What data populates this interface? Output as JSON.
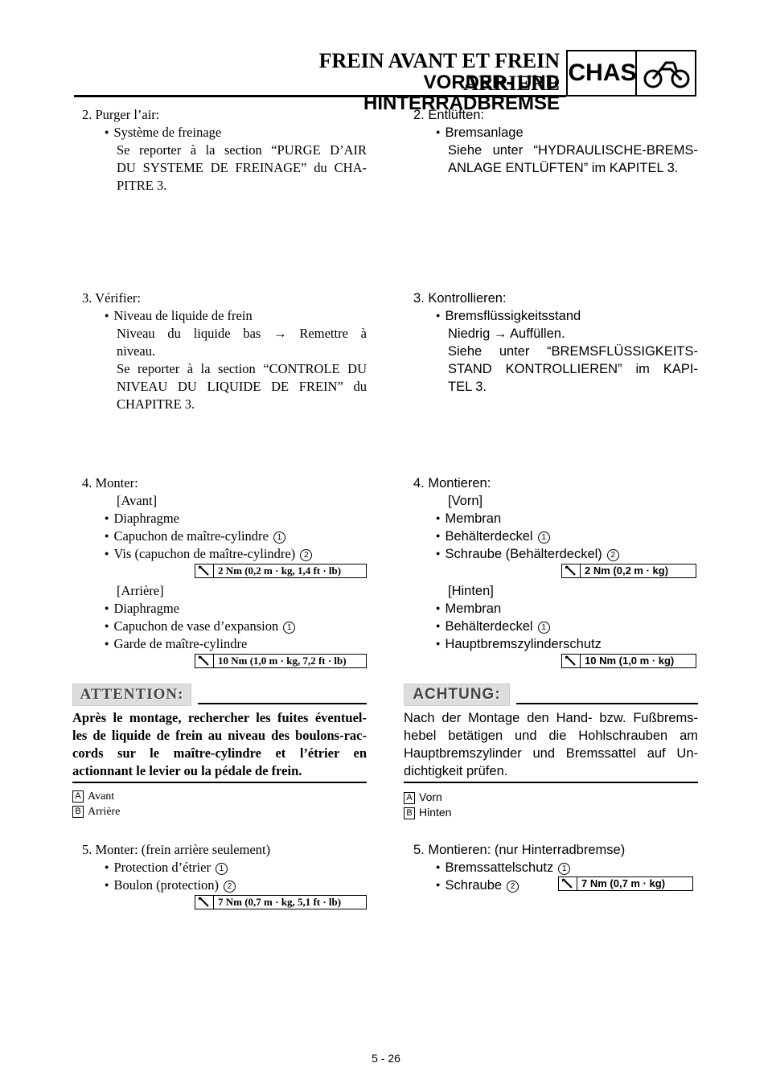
{
  "header": {
    "title_fr": "FREIN AVANT ET FREIN ARRIERE",
    "title_de": "VORDER- UND HINTERRADBREMSE",
    "section": "CHAS",
    "section_icon": "motorcycle-icon"
  },
  "fr": {
    "s2_title": "2.  Purger l’air:",
    "s2_item": "Système de freinage",
    "s2_l1": "Se reporter à la section “PURGE D’AIR",
    "s2_l2": "DU SYSTEME DE FREINAGE” du CHA-",
    "s2_l3": "PITRE 3.",
    "s3_title": "3.  Vérifier:",
    "s3_item": "Niveau de liquide de frein",
    "s3_l1": "Niveau  du  liquide  bas  →  Remettre  à",
    "s3_l2": "niveau.",
    "s3_l3": "Se reporter à la section “CONTROLE DU",
    "s3_l4": "NIVEAU DU LIQUIDE DE FREIN” du",
    "s3_l5": "CHAPITRE 3.",
    "s4_title": "4.  Monter:",
    "s4_front": "[Avant]",
    "s4_f1": "Diaphragme",
    "s4_f2": "Capuchon de maître-cylindre",
    "s4_f3": "Vis (capuchon de maître-cylindre)",
    "s4_torque1": "2 Nm (0,2 m · kg, 1,4 ft · lb)",
    "s4_rear": "[Arrière]",
    "s4_r1": "Diaphragme",
    "s4_r2": "Capuchon de vase d’expansion",
    "s4_r3": "Garde de maître-cylindre",
    "s4_torque2": "10 Nm (1,0 m · kg, 7,2 ft · lb)",
    "attention": "ATTENTION:",
    "att_l1": "Après le montage, rechercher les fuites éventuel-",
    "att_l2": "les de liquide de frein au niveau des boulons-rac-",
    "att_l3": "cords  sur  le  maître-cylindre  et  l’étrier  en",
    "att_l4": "actionnant le levier ou la pédale de frein.",
    "legend_a": "Avant",
    "legend_b": "Arrière",
    "s5_title": "5.  Monter: (frein arrière seulement)",
    "s5_i1": "Protection d’étrier",
    "s5_i2": "Boulon (protection)",
    "s5_torque": "7 Nm (0,7 m · kg, 5,1 ft · lb)"
  },
  "de": {
    "s2_title": "2.  Entlüften:",
    "s2_item": "Bremsanlage",
    "s2_l1": "Siehe unter “HYDRAULISCHE-BREMS-",
    "s2_l2": "ANLAGE ENTLÜFTEN” im KAPITEL 3.",
    "s3_title": "3.  Kontrollieren:",
    "s3_item": "Bremsflüssigkeitsstand",
    "s3_l1": "Niedrig → Auffüllen.",
    "s3_l2": "Siehe  unter  “BREMSFLÜSSIGKEITS-",
    "s3_l3": "STAND  KONTROLLIEREN”  im  KAPI-",
    "s3_l4": "TEL 3.",
    "s4_title": "4.  Montieren:",
    "s4_front": "[Vorn]",
    "s4_f1": "Membran",
    "s4_f2": "Behälterdeckel",
    "s4_f3": "Schraube (Behälterdeckel)",
    "s4_torque1": "2 Nm (0,2 m · kg)",
    "s4_rear": "[Hinten]",
    "s4_r1": "Membran",
    "s4_r2": "Behälterdeckel",
    "s4_r3": "Hauptbremszylinderschutz",
    "s4_torque2": "10 Nm (1,0 m · kg)",
    "attention": "ACHTUNG:",
    "att_l1": "Nach der Montage den Hand- bzw. Fußbrems-",
    "att_l2": "hebel  betätigen  und  die  Hohlschrauben  am",
    "att_l3": "Hauptbremszylinder und Bremssattel auf Un-",
    "att_l4": "dichtigkeit prüfen.",
    "legend_a": "Vorn",
    "legend_b": "Hinten",
    "s5_title": "5.  Montieren: (nur Hinterradbremse)",
    "s5_i1": "Bremssattelschutz",
    "s5_i2": "Schraube",
    "s5_torque": "7 Nm (0,7 m · kg)"
  },
  "markers": {
    "one": "1",
    "two": "2",
    "a": "A",
    "b": "B"
  },
  "page_number": "5 - 26"
}
